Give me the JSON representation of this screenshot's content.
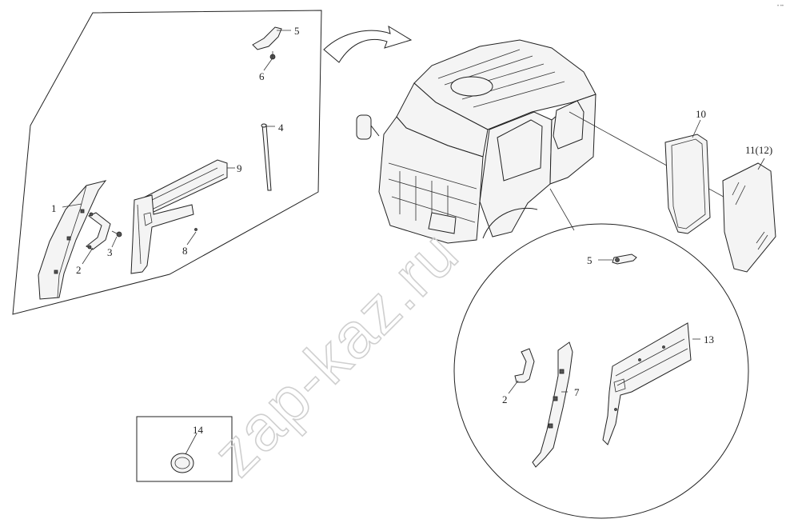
{
  "diagram": {
    "labels": {
      "l1": "1",
      "l2a": "2",
      "l3": "3",
      "l4": "4",
      "l5a": "5",
      "l6": "6",
      "l8": "8",
      "l9": "9",
      "l10": "10",
      "l11": "11(12)",
      "l5b": "5",
      "l2b": "2",
      "l7": "7",
      "l13": "13",
      "l14": "14"
    },
    "watermark": "zap-kaz.ru",
    "corner_mark": "• ••"
  }
}
